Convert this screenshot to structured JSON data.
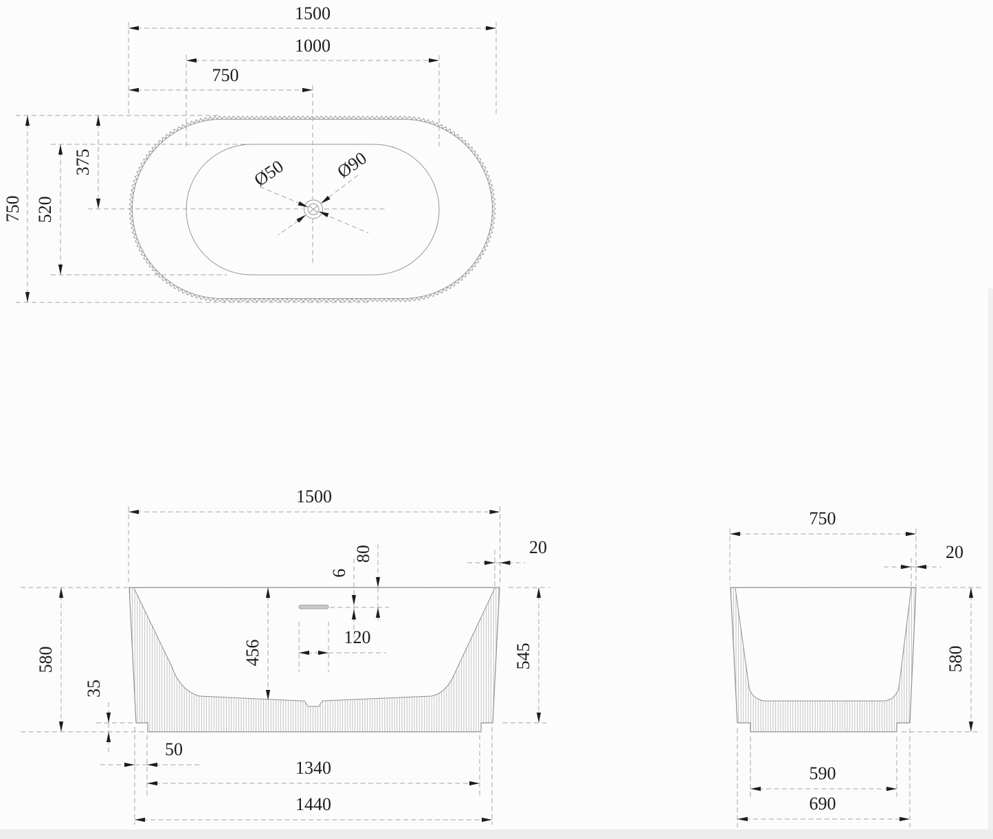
{
  "page": {
    "background": "#fcfcfc",
    "outline_color": "#949494",
    "hatch_color": "#adadad",
    "dim_line_color": "#a3a3a3",
    "text_color": "#1c1c1c"
  },
  "views": {
    "top": {
      "dims": {
        "overall_length": "1500",
        "basin_length": "1000",
        "center_length": "750",
        "overall_width": "750",
        "basin_width": "520",
        "center_width": "375",
        "drain_diameter_small": "Ø50",
        "drain_diameter_large": "Ø90"
      }
    },
    "front": {
      "dims": {
        "overall_length": "1500",
        "rim_thickness": "20",
        "overflow_drop": "80",
        "overflow_slot_height": "6",
        "overflow_slot_length": "120",
        "basin_depth": "456",
        "overall_height": "580",
        "plinth_height": "35",
        "body_height": "545",
        "base_step": "50",
        "plinth_length": "1340",
        "base_length": "1440"
      }
    },
    "side": {
      "dims": {
        "overall_width": "750",
        "rim_thickness": "20",
        "overall_height": "580",
        "plinth_width": "590",
        "base_width": "690"
      }
    }
  }
}
